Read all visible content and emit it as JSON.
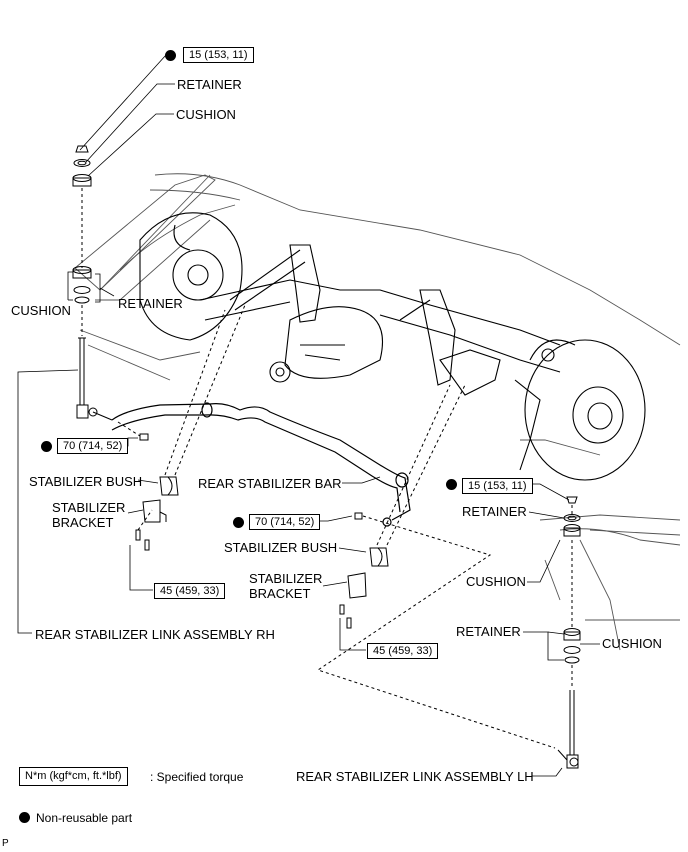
{
  "labels": {
    "retainer_top": "RETAINER",
    "cushion_top": "CUSHION",
    "cushion_left": "CUSHION",
    "retainer_left": "RETAINER",
    "stab_bush_left": "STABILIZER BUSH",
    "stab_bracket_left": "STABILIZER\nBRACKET",
    "rear_stab_bar": "REAR STABILIZER BAR",
    "retainer_right": "RETAINER",
    "stab_bush_mid": "STABILIZER BUSH",
    "stab_bracket_mid": "STABILIZER\nBRACKET",
    "cushion_right": "CUSHION",
    "retainer_right_lower": "RETAINER",
    "cushion_right_lower": "CUSHION",
    "link_rh": "REAR STABILIZER LINK ASSEMBLY RH",
    "link_lh": "REAR STABILIZER LINK ASSEMBLY LH"
  },
  "torques": {
    "top": "15 (153, 11)",
    "left_70": "70 (714, 52)",
    "left_45": "45 (459, 33)",
    "mid_70": "70 (714, 52)",
    "right_15": "15 (153, 11)",
    "mid_45": "45 (459, 33)"
  },
  "legend": {
    "torque_unit": "N*m (kgf*cm, ft.*lbf)",
    "torque_desc": ": Specified torque",
    "nonreusable": "Non-reusable part"
  },
  "corner_mark": "P"
}
